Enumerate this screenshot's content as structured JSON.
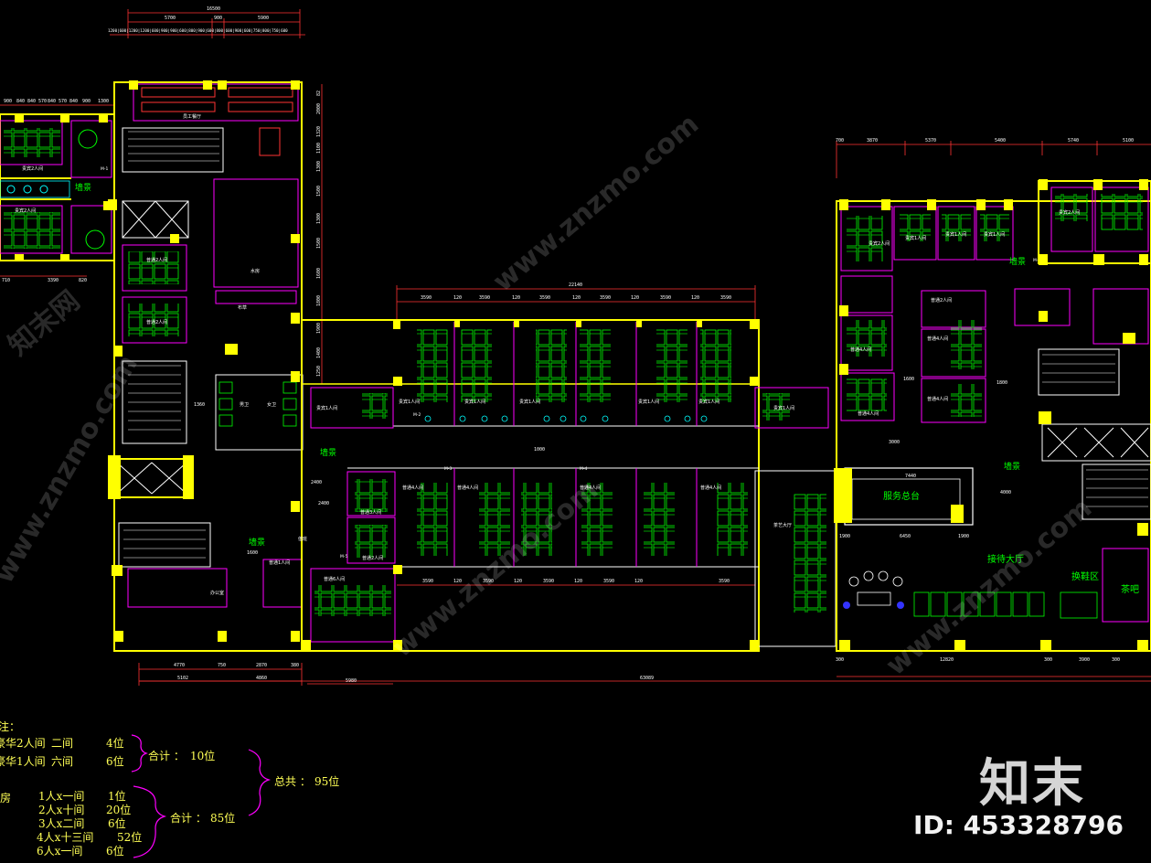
{
  "dims": {
    "top_total": "16500",
    "top_parts": [
      "5700",
      "900",
      "5900"
    ],
    "top_fine": "1200|600|1200|1200|600|900|900|600|800|900|600|800|600|900|600|750|800|750|600",
    "left_row": [
      "900",
      "840",
      "840",
      "570",
      "840",
      "570",
      "840",
      "900",
      "1300"
    ],
    "left_bottom": [
      "710",
      "3390",
      "820"
    ],
    "right_vert": [
      "82",
      "2000",
      "1320",
      "1100",
      "1300",
      "1500",
      "1300",
      "1500",
      "1600",
      "1800",
      "1900",
      "1400",
      "1250"
    ],
    "mid_total": "22140",
    "mid_row": [
      "3590",
      "120",
      "3590",
      "120",
      "3590",
      "120",
      "3590",
      "120",
      "3590",
      "120",
      "3590"
    ],
    "mid_bottom": [
      "3590",
      "120",
      "3590",
      "120",
      "3590",
      "120",
      "3590",
      "120",
      "3590"
    ],
    "right_top": [
      "700",
      "3870",
      "5370",
      "5400",
      "5740",
      "5100"
    ],
    "bottom_a": [
      "4770",
      "750",
      "2870",
      "380"
    ],
    "bottom_b": [
      "5102",
      "4860"
    ],
    "bottom_c": "5980",
    "overall": "63089",
    "right_bottom": [
      "300",
      "12820",
      "300",
      "3900",
      "300"
    ],
    "misc": [
      "1360",
      "1600",
      "1800",
      "2400",
      "2400",
      "7440",
      "6450",
      "1900",
      "1900",
      "1600",
      "4000",
      "1000",
      "3000"
    ]
  },
  "labels": {
    "staff_restaurant": "员工餐厅",
    "wall_scene_1": "墙景",
    "wall_scene_2": "墙景",
    "wall_scene_3": "墙景",
    "wall_scene_4": "墙景",
    "wall_scene_5": "墙景",
    "service_desk": "服务总台",
    "reception_hall": "接待大厅",
    "shoe_area": "换鞋区",
    "tea_bar": "茶吧",
    "corridor_hall": "茶艺大厅",
    "vip2_room": "贵宾2人间",
    "vip1_room": "贵宾1人间",
    "six_room": "普通6人间",
    "four_room": "普通4人间",
    "three_room": "普通3人间",
    "two_room": "普通2人间",
    "one_room": "普通1人间",
    "water_room": "水房",
    "linen": "布草",
    "male_wc": "男卫",
    "female_wc": "女卫",
    "office": "办公室",
    "duty": "值班",
    "door_codes": [
      "M-1",
      "M-2",
      "M-3",
      "M-4",
      "M-5",
      "M-6"
    ]
  },
  "notes": {
    "header": "注：",
    "vip2": "豪华2人间",
    "vip2_count_text": "二间",
    "vip2_seats": "4位",
    "vip1": "豪华1人间",
    "vip1_count_text": "六间",
    "vip1_seats": "6位",
    "subtotal_a_label": "合计 ：",
    "subtotal_a": "10位",
    "total_label": "总共 ：",
    "total": "95位",
    "rooms_label": "房",
    "r1": "1人x一间",
    "r1_seats": "1位",
    "r2": "2人x十间",
    "r2_seats": "20位",
    "r3": "3人x二间",
    "r3_seats": "6位",
    "r4": "4人x十三间",
    "r4_seats": "52位",
    "r6": "6人x一间",
    "r6_seats": "6位",
    "subtotal_b_label": "合计 ：",
    "subtotal_b": "85位"
  },
  "watermark": {
    "logo": "知末",
    "id": "ID: 453328796",
    "site": "www.znzmo.com",
    "site_cn": "知末网"
  },
  "colors": {
    "background": "#000000",
    "wall": "#ffff00",
    "partition": "#ff00ff",
    "furniture": "#00ff00",
    "stair": "#ffffff",
    "dimension": "#ff3333",
    "fixture": "#00ffff",
    "note_text": "#ffff55"
  }
}
